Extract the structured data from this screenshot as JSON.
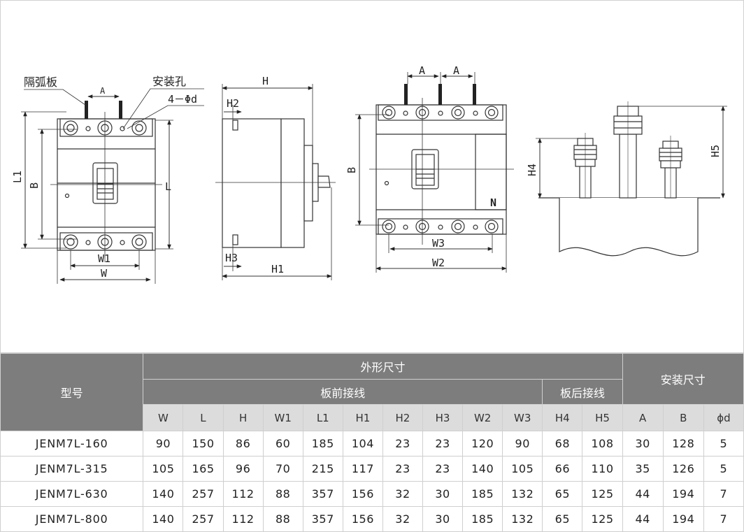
{
  "drawing": {
    "labels": {
      "arc_plate": "隔弧板",
      "mount_hole": "安装孔",
      "hole_spec": "4－Φd",
      "A": "A",
      "B": "B",
      "L": "L",
      "L1": "L1",
      "W": "W",
      "W1": "W1",
      "W2": "W2",
      "W3": "W3",
      "H": "H",
      "H1": "H1",
      "H2": "H2",
      "H3": "H3",
      "H4": "H4",
      "H5": "H5",
      "N": "N"
    }
  },
  "table": {
    "model_header": "型号",
    "outline_header": "外形尺寸",
    "front_header": "板前接线",
    "rear_header": "板后接线",
    "install_header": "安装尺寸",
    "columns": [
      "W",
      "L",
      "H",
      "W1",
      "L1",
      "H1",
      "H2",
      "H3",
      "W2",
      "W3",
      "H4",
      "H5",
      "A",
      "B",
      "ϕd"
    ],
    "rows": [
      {
        "model": "JENM7L-160",
        "values": [
          "90",
          "150",
          "86",
          "60",
          "185",
          "104",
          "23",
          "23",
          "120",
          "90",
          "68",
          "108",
          "30",
          "128",
          "5"
        ]
      },
      {
        "model": "JENM7L-315",
        "values": [
          "105",
          "165",
          "96",
          "70",
          "215",
          "117",
          "23",
          "23",
          "140",
          "105",
          "66",
          "110",
          "35",
          "126",
          "5"
        ]
      },
      {
        "model": "JENM7L-630",
        "values": [
          "140",
          "257",
          "112",
          "88",
          "357",
          "156",
          "32",
          "30",
          "185",
          "132",
          "65",
          "125",
          "44",
          "194",
          "7"
        ]
      },
      {
        "model": "JENM7L-800",
        "values": [
          "140",
          "257",
          "112",
          "88",
          "357",
          "156",
          "32",
          "30",
          "185",
          "132",
          "65",
          "125",
          "44",
          "194",
          "7"
        ]
      }
    ]
  }
}
